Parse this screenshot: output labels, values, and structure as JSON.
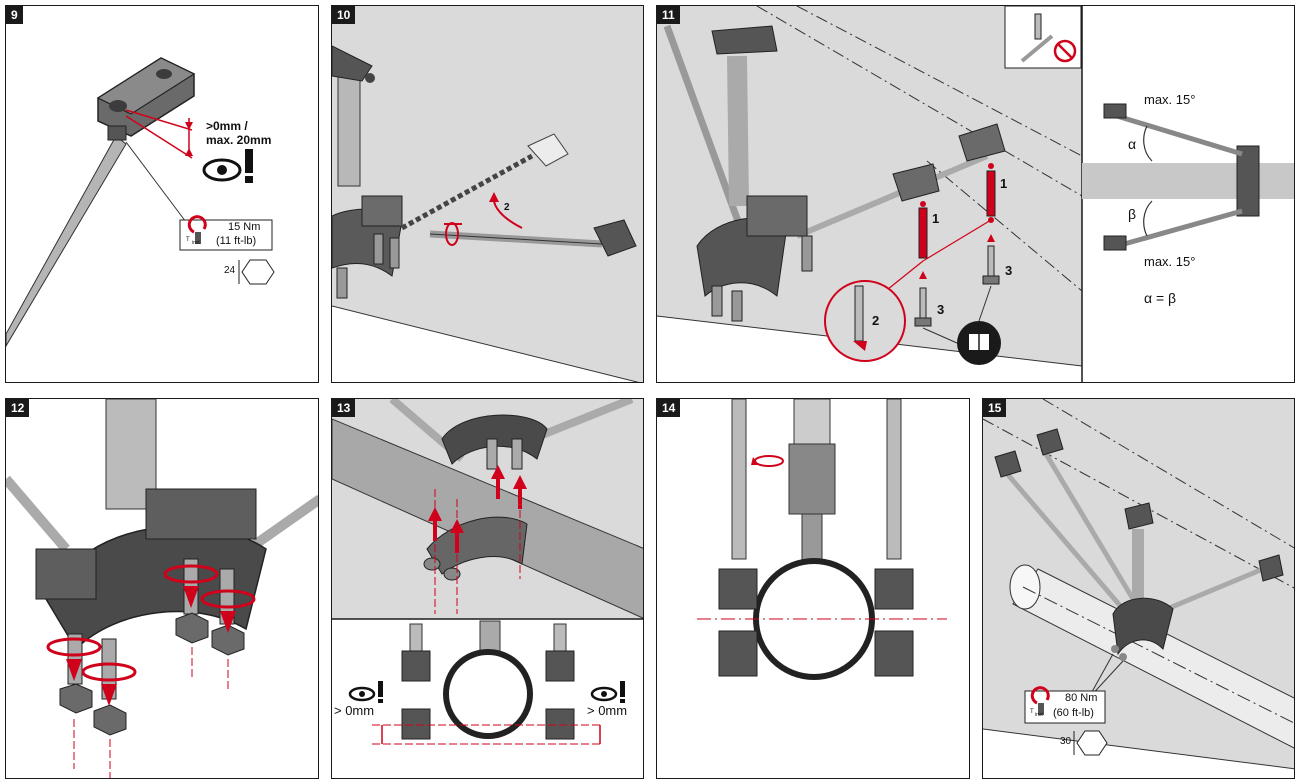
{
  "panels": {
    "p9": {
      "number": "9",
      "gap_line1": ">0mm /",
      "gap_line2": "max. 20mm",
      "torque": "15 Nm",
      "torque_imperial": "(11 ft-lb)",
      "torque_sub": "inst",
      "torque_t": "T",
      "wrench": "24"
    },
    "p10": {
      "number": "10",
      "step": "2"
    },
    "p11": {
      "number": "11",
      "steps": [
        "1",
        "1",
        "2",
        "3",
        "3"
      ]
    },
    "p11b": {
      "max_top": "max. 15°",
      "alpha": "α",
      "beta": "β",
      "max_bottom": "max. 15°",
      "equation": "α = β"
    },
    "p12": {
      "number": "12"
    },
    "p13": {
      "number": "13",
      "left_gap": "> 0mm",
      "right_gap": "> 0mm"
    },
    "p14": {
      "number": "14"
    },
    "p15": {
      "number": "15",
      "torque": "80 Nm",
      "torque_imperial": "(60 ft-lb)",
      "torque_sub": "inst",
      "torque_t": "T",
      "wrench": "30"
    }
  },
  "colors": {
    "panel_bg": "#dadada",
    "steel": "#8c8c8c",
    "dark": "#3a3a3a",
    "red": "#d0021b",
    "white": "#ffffff"
  },
  "icons": [
    "eye-icon",
    "exclamation-icon",
    "torque-wrench-icon",
    "hex-nut-icon",
    "prohibited-icon",
    "manual-icon",
    "rotation-arrow-icon",
    "drill-icon",
    "anchor-bolt-icon"
  ]
}
